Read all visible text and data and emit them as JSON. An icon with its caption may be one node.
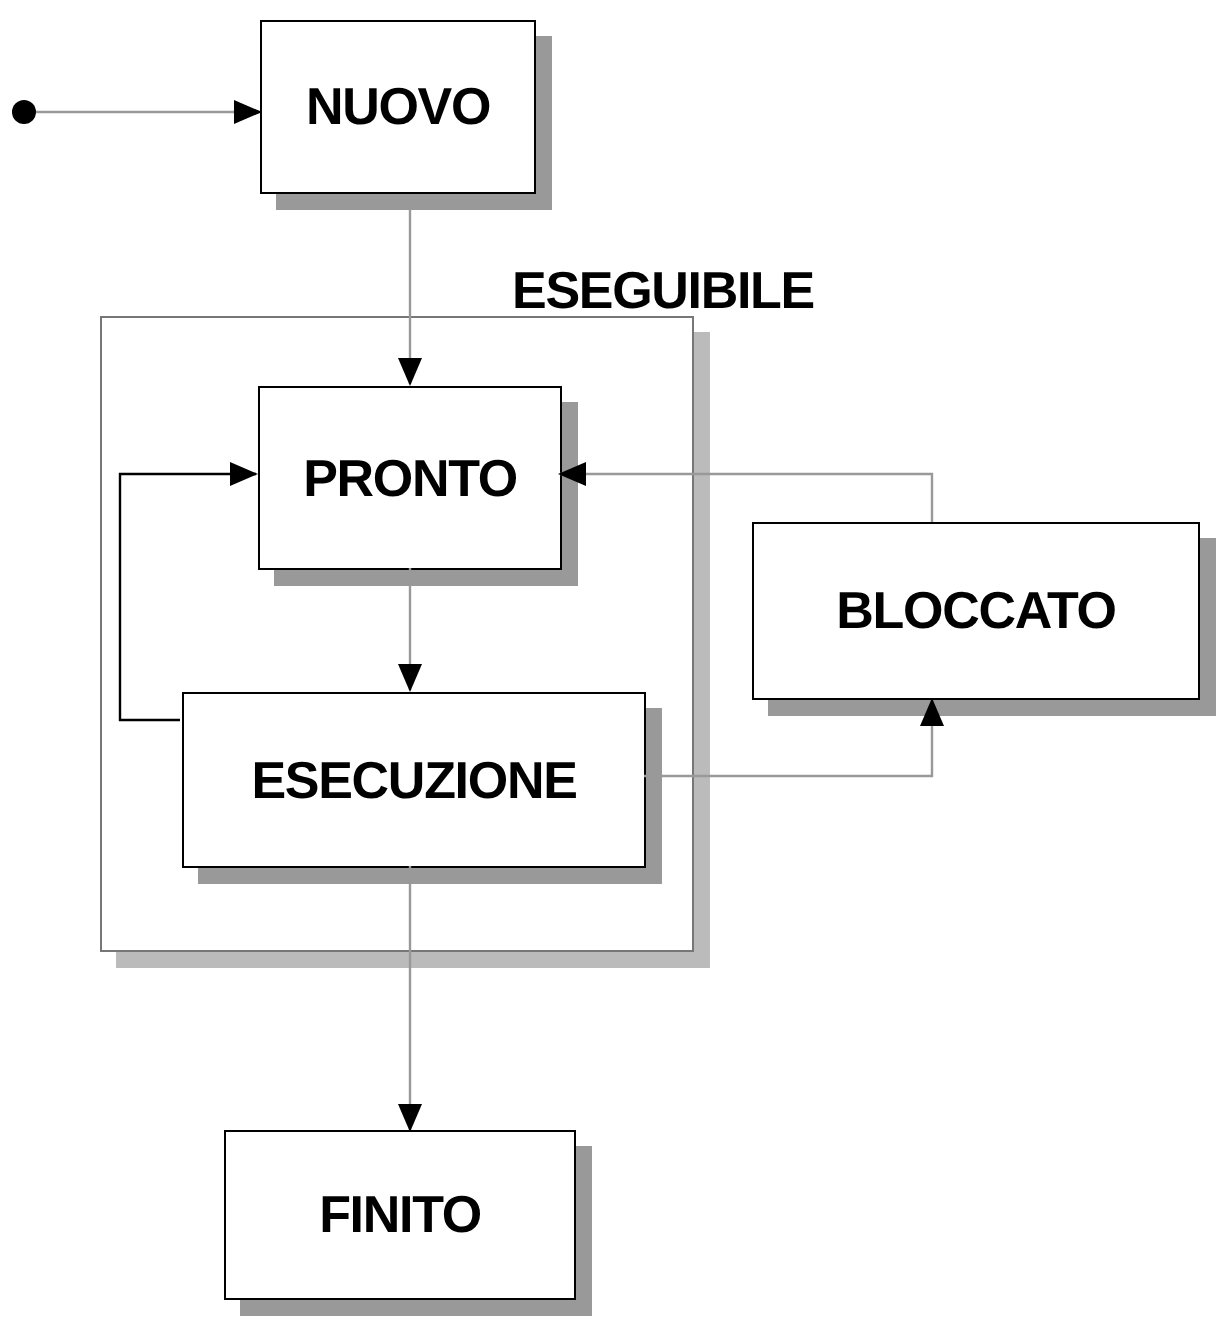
{
  "diagram": {
    "nodes": [
      {
        "text": [],
        "shape": "circle"
      },
      {
        "text": [
          "NUOVO"
        ]
      },
      {
        "text": [
          "ESEGUIBILE"
        ]
      },
      {
        "text": [
          "PRONTO"
        ],
        "in": 2
      },
      {
        "text": [
          "ESECUZIONE"
        ],
        "in": 2
      },
      {
        "text": [
          "BLOCCATO"
        ]
      },
      {
        "text": [
          "FINITO"
        ]
      }
    ],
    "edges": [
      {
        "from": 0,
        "to": 1,
        "arrow": "to"
      },
      {
        "from": 1,
        "to": 3,
        "arrow": "to"
      },
      {
        "from": 3,
        "to": 4,
        "arrow": "to"
      },
      {
        "from": 4,
        "to": 3,
        "arrow": "to",
        "color": "#000000"
      },
      {
        "from": 4,
        "to": 5,
        "arrow": "to"
      },
      {
        "from": 5,
        "to": 3,
        "arrow": "to"
      },
      {
        "from": 4,
        "to": 6,
        "arrow": "to"
      }
    ]
  }
}
